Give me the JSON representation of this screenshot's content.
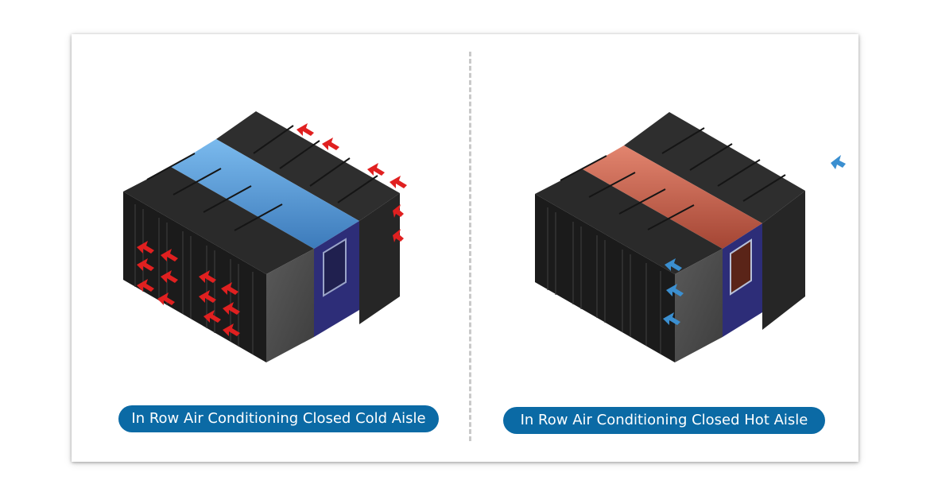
{
  "panels": [
    {
      "caption": "In Row Air Conditioning Closed Cold Aisle",
      "aisle": "cold",
      "airflow_arrow_color": "#e02020",
      "containment_glass_color": "#3f86c8"
    },
    {
      "caption": "In Row Air Conditioning Closed Hot Aisle",
      "aisle": "hot",
      "airflow_arrow_color": "#3b8fd0",
      "containment_glass_color": "#c2503a"
    }
  ],
  "colors": {
    "caption_background": "#0b6aa5",
    "caption_text": "#ffffff",
    "rack_top": "#2b2b2b",
    "rack_front": "#1c1c1c",
    "end_panel": "#4a4a4a",
    "door": "#2f2f7a",
    "divider": "#c9c9c9"
  }
}
